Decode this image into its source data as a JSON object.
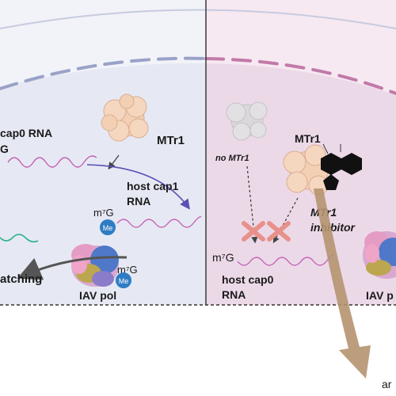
{
  "left_panel": {
    "cap0_label_line1": "cap0 RNA",
    "cap0_label_line2": "G",
    "enzyme_label": "MTr1",
    "host_cap1_line1": "host cap1",
    "host_cap1_line2": "RNA",
    "m7g_upper": "m⁷G",
    "me_upper": "Me",
    "m7g_lower": "m⁷G",
    "me_lower": "Me",
    "snatching_label": "atching",
    "polymerase_label": "IAV pol"
  },
  "right_panel": {
    "no_mtr1_label": "no MTr1",
    "enzyme_label": "MTr1",
    "inhibitor_line1": "MTr1",
    "inhibitor_line2": "inhibitor",
    "m7g_label": "m⁷G",
    "host_cap0_line1": "host cap0",
    "host_cap0_line2": "RNA",
    "polymerase_label": "IAV p",
    "bottom_text": "ar"
  },
  "colors": {
    "left_cell": "#e9ecf4",
    "right_cell": "#eedaea",
    "nucleus_dash": "#9aa2c8",
    "nucleus_dash_right": "#c27aa8",
    "protein_peach": "#f3cfb4",
    "me_circle": "#2f7cc4",
    "rna_pink": "#c462b6",
    "rna_green": "#2fb38a",
    "arrow_purple": "#5b4fb5",
    "cross_red": "#e8908a",
    "brown_arrow": "#b59470"
  },
  "icons": [
    "mtr1-protein-icon",
    "iav-polymerase-icon",
    "inhibitor-molecule-icon",
    "methyl-group-icon"
  ]
}
